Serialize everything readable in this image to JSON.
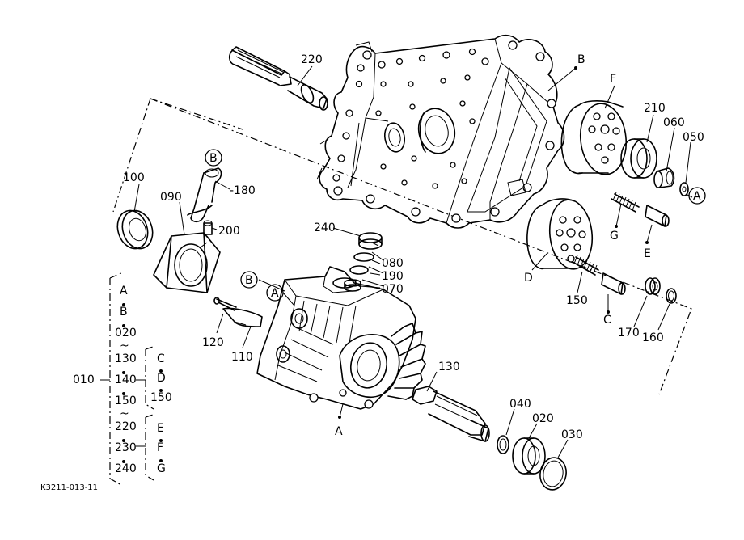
{
  "diagram": {
    "figure_code": "K3211-013-11",
    "callouts": {
      "p220_top": "220",
      "pB_top": "B",
      "pF": "F",
      "p210": "210",
      "p060": "060",
      "p050": "050",
      "pA_circle_right": "A",
      "pG": "G",
      "pE": "E",
      "pD": "D",
      "p150": "150",
      "pC": "C",
      "p170": "170",
      "p160": "160",
      "p100": "100",
      "p090": "090",
      "pB_circle_arm": "B",
      "p180": "-180",
      "p200": "200",
      "p240": "240",
      "p080": "080",
      "p190": "190",
      "p070": "070",
      "pB_circle_mid": "B",
      "pA_circle_mid": "A",
      "p120": "120",
      "p110": "110",
      "p130": "130",
      "p040": "040",
      "p020": "020",
      "p030": "030",
      "pA_bottom": "A"
    },
    "legend": {
      "group_label": "010",
      "col1": [
        "A",
        "B",
        "020",
        "~",
        "130",
        "140",
        "150",
        "~",
        "220",
        "230",
        "240"
      ],
      "col2_top": [
        "C",
        "D",
        "150"
      ],
      "col2_bottom": [
        "E",
        "F",
        "G"
      ]
    }
  }
}
